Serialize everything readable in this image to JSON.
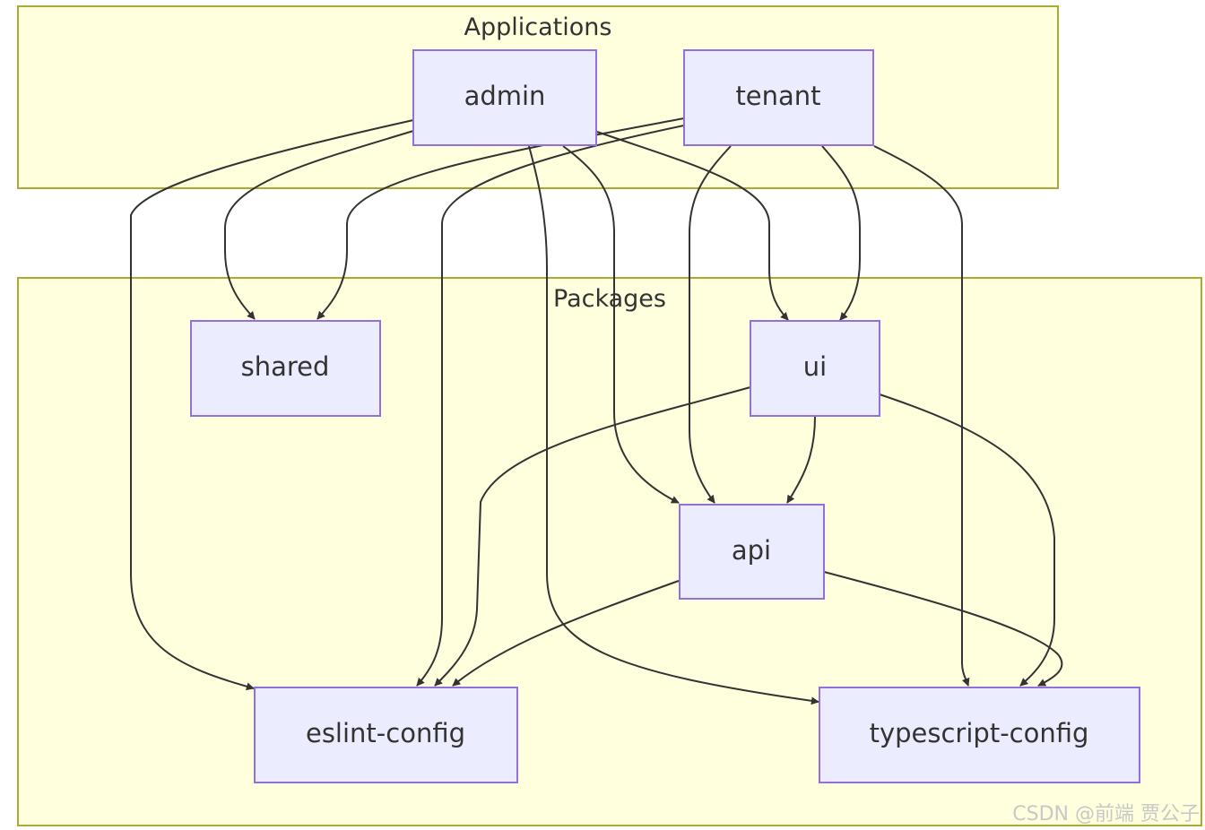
{
  "clusters": {
    "applications": {
      "label": "Applications"
    },
    "packages": {
      "label": "Packages"
    }
  },
  "nodes": {
    "admin": {
      "label": "admin"
    },
    "tenant": {
      "label": "tenant"
    },
    "shared": {
      "label": "shared"
    },
    "ui": {
      "label": "ui"
    },
    "api": {
      "label": "api"
    },
    "eslint": {
      "label": "eslint-config"
    },
    "typescript": {
      "label": "typescript-config"
    }
  },
  "edges": [
    {
      "from": "admin",
      "to": "eslint-config"
    },
    {
      "from": "admin",
      "to": "shared"
    },
    {
      "from": "admin",
      "to": "typescript-config"
    },
    {
      "from": "admin",
      "to": "api"
    },
    {
      "from": "admin",
      "to": "ui"
    },
    {
      "from": "tenant",
      "to": "shared"
    },
    {
      "from": "tenant",
      "to": "eslint-config"
    },
    {
      "from": "tenant",
      "to": "api"
    },
    {
      "from": "tenant",
      "to": "ui"
    },
    {
      "from": "tenant",
      "to": "typescript-config"
    },
    {
      "from": "ui",
      "to": "eslint-config"
    },
    {
      "from": "ui",
      "to": "api"
    },
    {
      "from": "ui",
      "to": "typescript-config"
    },
    {
      "from": "api",
      "to": "eslint-config"
    },
    {
      "from": "api",
      "to": "typescript-config"
    }
  ],
  "watermark": "CSDN @前端 贾公子"
}
